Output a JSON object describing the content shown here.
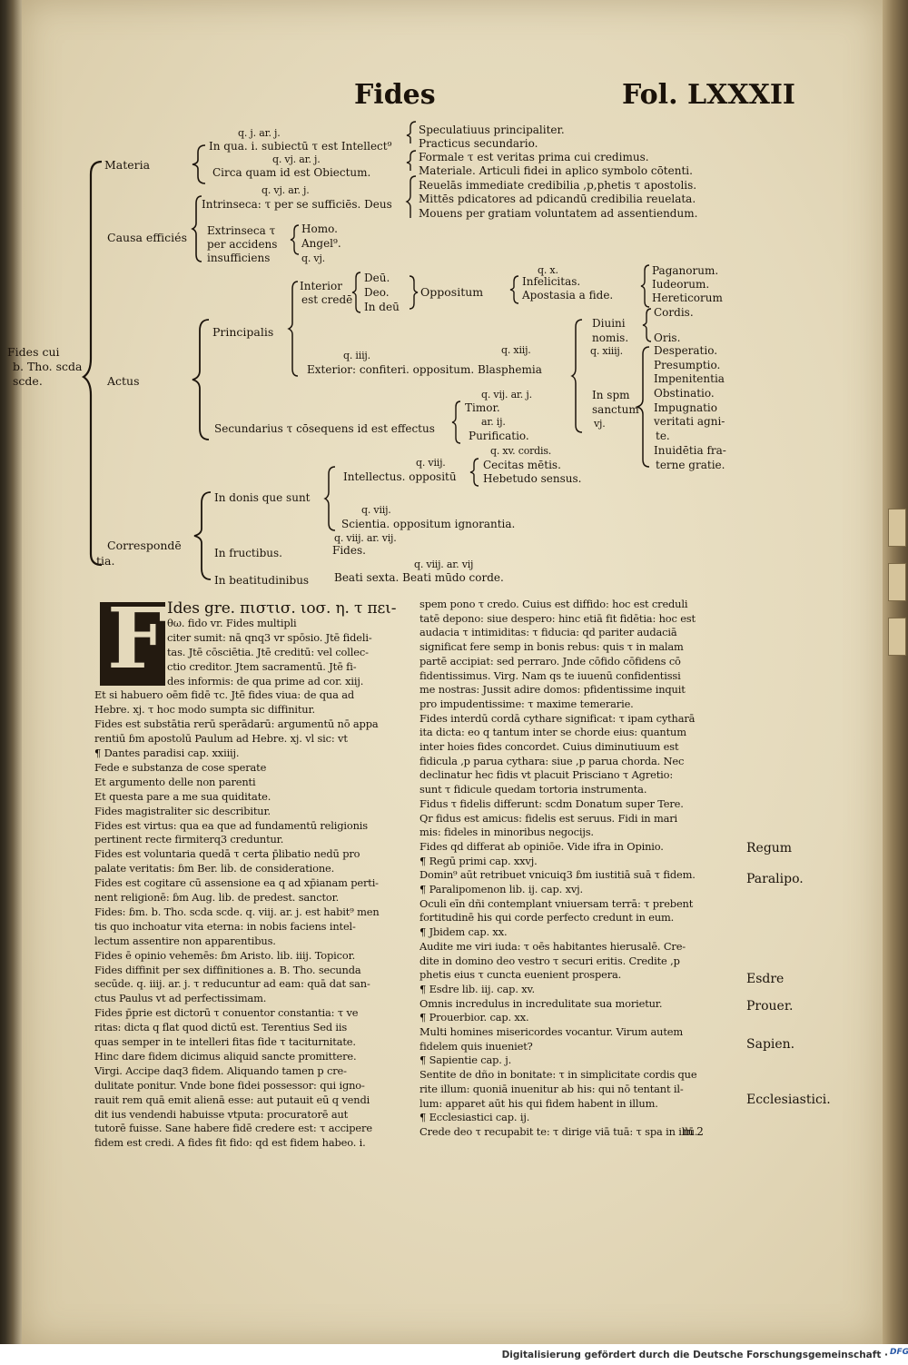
{
  "header": {
    "title": "Fides",
    "folio": "Fol. LXXXII"
  },
  "diagram": {
    "root": [
      "Fides cui",
      "b. Tho. scda",
      "scde."
    ],
    "branches": {
      "materia": "Materia",
      "causa": "Causa efficiés",
      "actus": "Actus",
      "correspondentia": [
        "Correspondē",
        "tia."
      ]
    },
    "materia_rows": [
      "q. j. ar. j.",
      "In qua. i. subiectū τ est Intellect⁹",
      "q. vj. ar. j.",
      "Circa quam id est Obiectum.",
      "q. vj. ar. j.",
      "Intrinseca: τ per se sufficiēs. Deus"
    ],
    "materia_right": [
      "Speculatiuus principaliter.",
      "Practicus secundario.",
      "Formale τ est veritas prima cui credimus.",
      "Materiale. Articuli fidei in aplico symbolo cōtenti.",
      "Reuelās immediate credibilia ,p,phetis τ apostolis.",
      "Mittēs pdicatores ad pdicandū credibilia reuelata.",
      "Mouens per gratiam voluntatem ad assentiendum."
    ],
    "causa_rows": [
      "Extrinseca τ",
      "per accidens",
      "insufficiens",
      "Homo.",
      "Angel⁹.",
      "q. vj."
    ],
    "actus_rows": {
      "principalis": "Principalis",
      "interior": [
        "Interior",
        "est credē"
      ],
      "deo": [
        "Deū.",
        "Deo.",
        "In deū"
      ],
      "oppositum": "Oppositum",
      "q_x": "q. x.",
      "infidelitas": [
        "Infelicitas.",
        "Apostasia a fide."
      ],
      "pagani": [
        "Paganorum.",
        "Iudeorum.",
        "Hereticorum"
      ],
      "q_iii": "q. iiij.",
      "exterior": "Exterior: confiteri. oppositum. Blasphemia",
      "q_xiii": "q. xiij.",
      "diuini": [
        "Diuini",
        "nomis.",
        "q. xiiij."
      ],
      "cordis_oris": [
        "Cordis.",
        "Oris."
      ],
      "in_spm": [
        "In spm",
        "sanctum",
        "vj."
      ],
      "peccata": [
        "Desperatio.",
        "Presumptio.",
        "Impenitentia",
        "Obstinatio.",
        "Impugnatio",
        "veritati agni-",
        "te.",
        "Inuidētia fra-",
        "terne gratie."
      ],
      "secundarius": "Secundarius τ cōsequens id est effectus",
      "q_vii": "q. vij. ar. j.",
      "timor": [
        "Timor.",
        "ar. ij.",
        "Purificatio."
      ]
    },
    "corr_rows": {
      "in_donis": "In donis que sunt",
      "q_viii_a": "q. viij.",
      "q_xv": "q. xv. cordis.",
      "intellectus": "Intellectus. oppositū",
      "cecitas": [
        "Cecitas mētis.",
        "Hebetudo sensus."
      ],
      "q_viii_b": "q. viij.",
      "scientia": "Scientia. oppositum ignorantia.",
      "q_viii_c": "q. viij. ar. vij.",
      "in_fructibus": "In fructibus.",
      "fides": "Fides.",
      "q_viii_d": "q. viij. ar. vij",
      "in_beat": "In beatitudinibus",
      "beati": "Beati sexta. Beati mūdo corde."
    }
  },
  "initial": "F",
  "left_column": [
    "Ides gre. πιστισ. ιοσ. η. τ πει-",
    "θω. fido vr. Fides multipli",
    "citer sumit: nā qnq3 vr spōsio. Jtē fideli-",
    "tas. Jtē cōsciētia. Jtē creditū: vel collec-",
    "ctio creditor. Jtem sacramentū. Jtē fi-",
    "des informis: de qua prime ad cor. xiij.",
    "Et si habuero oēm fidē τc. Jtē fides viua: de qua ad",
    "Hebre. xj. τ hoc modo sumpta sic diffinitur.",
    "Fides est substātia rerū sperādarū: argumentū nō appa",
    "rentiū ɓm apostolū Paulum ad Hebre. xj. vl sic: vt",
    "¶ Dantes paradisi cap. xxiiij.",
    "Fede e substanza de cose sperate",
    "Et argumento delle non parenti",
    "Et questa pare a me sua quiditate.",
    "Fides magistraliter sic describitur.",
    "Fides est virtus: qua ea que ad fundamentū religionis",
    "pertinent recte firmiterq3 creduntur.",
    "Fides est voluntaria quedā τ certa p̄libatio nedū pro",
    "palate veritatis: ɓm Ber. lib. de consideratione.",
    "Fides est cogitare cū assensione ea q ad xp̄ianam perti-",
    "nent religionē: ɓm Aug. lib. de predest. sanctor.",
    "Fides: ɓm. b. Tho. scda scde. q. viij. ar. j. est habit⁹ men",
    "tis quo inchoatur vita eterna: in nobis faciens intel-",
    "lectum assentire non apparentibus.",
    "Fides ē opinio vehemēs: ɓm Aristo. lib. iiij. Topicor.",
    "Fides diffinit per sex diffinitiones a. B. Tho. secunda",
    "secūde. q. iiij. ar. j. τ reducuntur ad eam: quā dat san-",
    "ctus Paulus vt ad perfectissimam.",
    "Fides p̄prie est dictorū τ conuentor constantia: τ ve",
    "ritas: dicta q flat quod dictū est. Terentius Sed iis",
    "quas semper in te intelleri fitas fide τ taciturnitate.",
    "Hinc dare fidem dicimus aliquid sancte promittere.",
    "Virgi. Accipe daq3 fidem. Aliquando tamen p cre-",
    "dulitate ponitur. Vnde bone fidei possessor: qui igno-",
    "rauit rem quā emit alienā esse: aut putauit eū q vendi",
    "dit ius vendendi habuisse vtputa: procuratorē aut",
    "tutorē fuisse. Sane habere fidē credere est: τ accipere",
    "fidem est credi. A fides fit fido: qd est fidem habeo. i."
  ],
  "right_column": [
    "spem pono τ credo. Cuius est diffido: hoc est creduli",
    "tatē depono: siue despero: hinc etiā fit fidētia: hoc est",
    "audacia τ intimiditas: τ fiducia: qd pariter audaciā",
    "significat fere semp in bonis rebus: quis τ in malam",
    "partē accipiat: sed perraro. Jnde cōfido cōfidens cō",
    "fidentissimus. Virg. Nam qs te iuuenū confidentissi",
    "me nostras: Jussit adire domos: pfidentissime inquit",
    "pro impudentissime: τ maxime temerarie.",
    "Fides interdū cordā cythare significat: τ ipam cytharā",
    "ita dicta: eo q tantum inter se chorde eius: quantum",
    "inter hoies fides concordet. Cuius diminutiuum est",
    "fidicula ,p parua cythara: siue ,p parua chorda. Nec",
    "declinatur hec fidis vt placuit Prisciano τ Agretio:",
    "sunt τ fidicule quedam tortoria instrumenta.",
    "Fidus τ fidelis differunt: scdm Donatum super Tere.",
    "Qr fidus est amicus: fidelis est seruus. Fidi in mari",
    "mis: fideles in minoribus negocijs.",
    "Fides qd differat ab opiniōe. Vide ifra in Opinio.",
    "¶ Regū primi cap. xxvj.",
    "Domin⁹ aūt retribuet vnicuiq3 ɓm iustitiā suā τ fidem.",
    "¶ Paralipomenon lib. ij. cap. xvj.",
    "Oculi eīn dñi contemplant vniuersam terrā: τ prebent",
    "fortitudinē his qui corde perfecto credunt in eum.",
    "¶ Jbidem cap. xx.",
    "Audite me viri iuda: τ oēs habitantes hierusalē. Cre-",
    "dite in domino deo vestro τ securi eritis. Credite ,p",
    "phetis eius τ cuncta euenient prospera.",
    "¶ Esdre lib. iij. cap. xv.",
    "Omnis incredulus in incredulitate sua morietur.",
    "¶ Prouerbior. cap. xx.",
    "Multi homines misericordes vocantur. Virum autem",
    "fidelem quis inueniet?",
    "¶ Sapientie cap. j.",
    "Sentite de dño in bonitate: τ in simplicitate cordis que",
    "rite illum: quoniā inuenitur ab his: qui nō tentant il-",
    "lum: apparet aūt his qui fidem habent in illum.",
    "¶ Ecclesiastici cap. ij.",
    "Crede deo τ recupabit te: τ dirige viā tuā: τ spa in illū."
  ],
  "signature": "m 2",
  "margin_notes": [
    "Regum",
    "Paralipo.",
    "Esdre",
    "Prouer.",
    "Sapien.",
    "Ecclesiastici."
  ],
  "footer": {
    "text": "Digitalisierung gefördert durch die Deutsche Forschungsgemeinschaft ·",
    "logo": "DFG"
  }
}
